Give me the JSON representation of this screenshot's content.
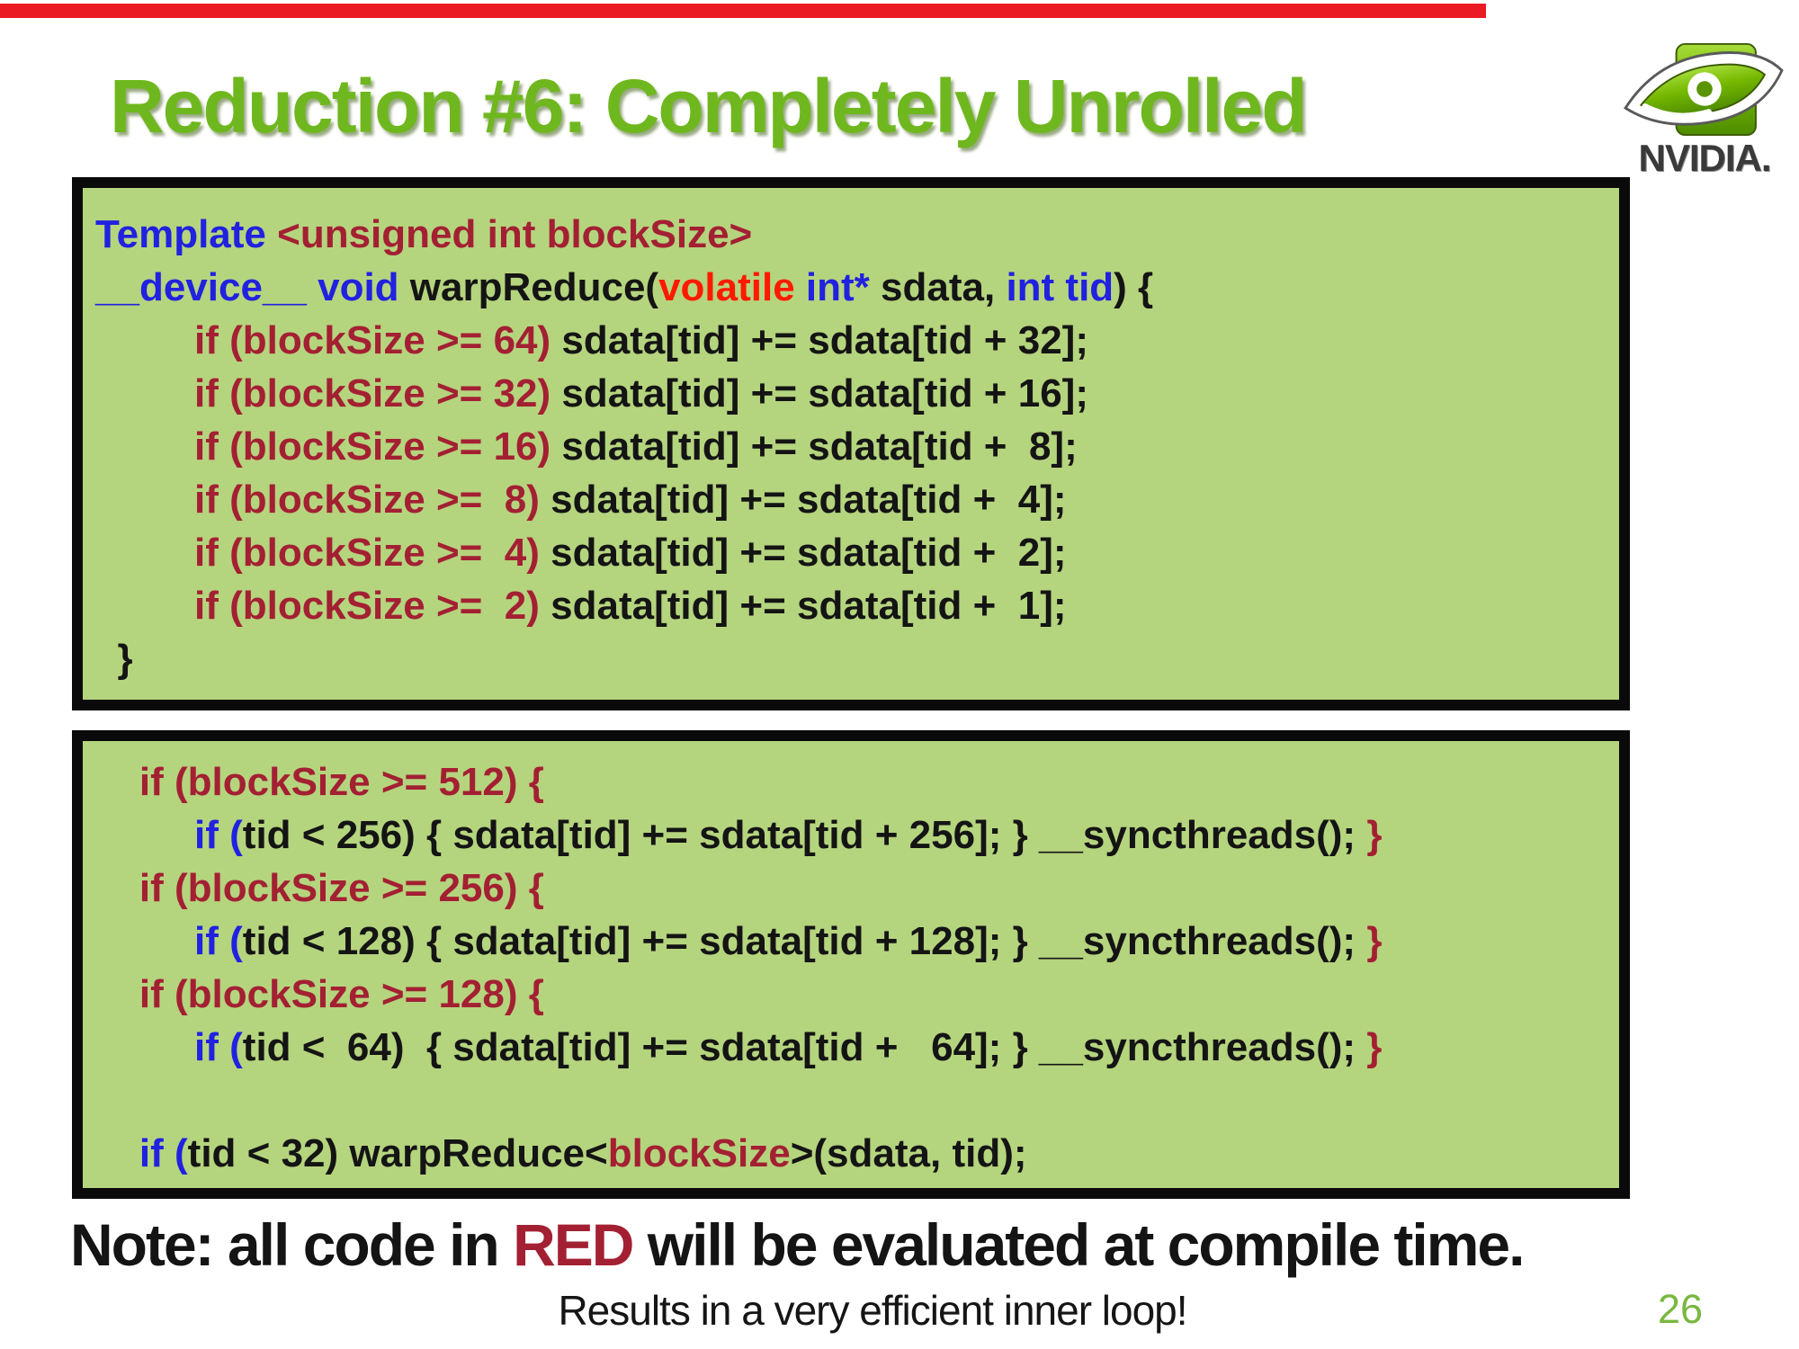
{
  "palette": {
    "title_green": "#6fb71e",
    "code_box_background": "#b5d47e",
    "code_box_border": "#0a0a0a",
    "code_black": "#141414",
    "code_blue": "#2121e0",
    "code_dark_red": "#a32033",
    "code_bright_red": "#ff1a00",
    "page_number_green": "#79b840",
    "top_bar_red": "#ea1b22",
    "nvidia_logo_green": "#76b900"
  },
  "header": {
    "title": "Reduction #6: Completely Unrolled"
  },
  "logo": {
    "icon": "nvidia-eye-icon",
    "brand": "NVIDIA."
  },
  "code_block_1": {
    "lines": [
      [
        {
          "t": "Template ",
          "c": "blue"
        },
        {
          "t": "<unsigned int blockSize>",
          "c": "dr"
        }
      ],
      [
        {
          "t": "__device__ void",
          "c": "blue"
        },
        {
          "t": " warpReduce(",
          "c": "k"
        },
        {
          "t": "volatile",
          "c": "red"
        },
        {
          "t": " ",
          "c": "k"
        },
        {
          "t": "int*",
          "c": "blue"
        },
        {
          "t": " sdata, ",
          "c": "k"
        },
        {
          "t": "int tid",
          "c": "blue"
        },
        {
          "t": ") {",
          "c": "k"
        }
      ],
      [
        {
          "t": "         if (blockSize >= 64)",
          "c": "dr"
        },
        {
          "t": " sdata[tid] += sdata[tid + 32];",
          "c": "k"
        }
      ],
      [
        {
          "t": "         if (blockSize >= 32)",
          "c": "dr"
        },
        {
          "t": " sdata[tid] += sdata[tid + 16];",
          "c": "k"
        }
      ],
      [
        {
          "t": "         if (blockSize >= 16)",
          "c": "dr"
        },
        {
          "t": " sdata[tid] += sdata[tid +  8];",
          "c": "k"
        }
      ],
      [
        {
          "t": "         if (blockSize >=  8)",
          "c": "dr"
        },
        {
          "t": " sdata[tid] += sdata[tid +  4];",
          "c": "k"
        }
      ],
      [
        {
          "t": "         if (blockSize >=  4)",
          "c": "dr"
        },
        {
          "t": " sdata[tid] += sdata[tid +  2];",
          "c": "k"
        }
      ],
      [
        {
          "t": "         if (blockSize >=  2)",
          "c": "dr"
        },
        {
          "t": " sdata[tid] += sdata[tid +  1];",
          "c": "k"
        }
      ],
      [
        {
          "t": "  }",
          "c": "k"
        }
      ]
    ]
  },
  "code_block_2": {
    "lines": [
      [
        {
          "t": "    if (blockSize >= 512) {",
          "c": "dr"
        }
      ],
      [
        {
          "t": "         ",
          "c": "k"
        },
        {
          "t": "if (",
          "c": "blue"
        },
        {
          "t": "tid < 256) { sdata[tid] += sdata[tid + 256]; } __syncthreads(); ",
          "c": "k"
        },
        {
          "t": "}",
          "c": "dr"
        }
      ],
      [
        {
          "t": "    if (blockSize >= 256) {",
          "c": "dr"
        }
      ],
      [
        {
          "t": "         ",
          "c": "k"
        },
        {
          "t": "if (",
          "c": "blue"
        },
        {
          "t": "tid < 128) { sdata[tid] += sdata[tid + 128]; } __syncthreads(); ",
          "c": "k"
        },
        {
          "t": "}",
          "c": "dr"
        }
      ],
      [
        {
          "t": "    if (blockSize >= 128) {",
          "c": "dr"
        }
      ],
      [
        {
          "t": "         ",
          "c": "k"
        },
        {
          "t": "if (",
          "c": "blue"
        },
        {
          "t": "tid <  64)  { sdata[tid] += sdata[tid +   64]; } __syncthreads(); ",
          "c": "k"
        },
        {
          "t": "}",
          "c": "dr"
        }
      ],
      [
        {
          "t": " ",
          "c": "k"
        }
      ],
      [
        {
          "t": "    ",
          "c": "k"
        },
        {
          "t": "if (",
          "c": "blue"
        },
        {
          "t": "tid < 32) warpReduce<",
          "c": "k"
        },
        {
          "t": "blockSize",
          "c": "dr"
        },
        {
          "t": ">(sdata, tid);",
          "c": "k"
        }
      ]
    ]
  },
  "note": {
    "prefix": "Note: all code in ",
    "highlight": "RED",
    "suffix": " will be evaluated at compile time."
  },
  "footer": {
    "text": "Results in a very efficient inner loop!",
    "page_number": "26"
  }
}
